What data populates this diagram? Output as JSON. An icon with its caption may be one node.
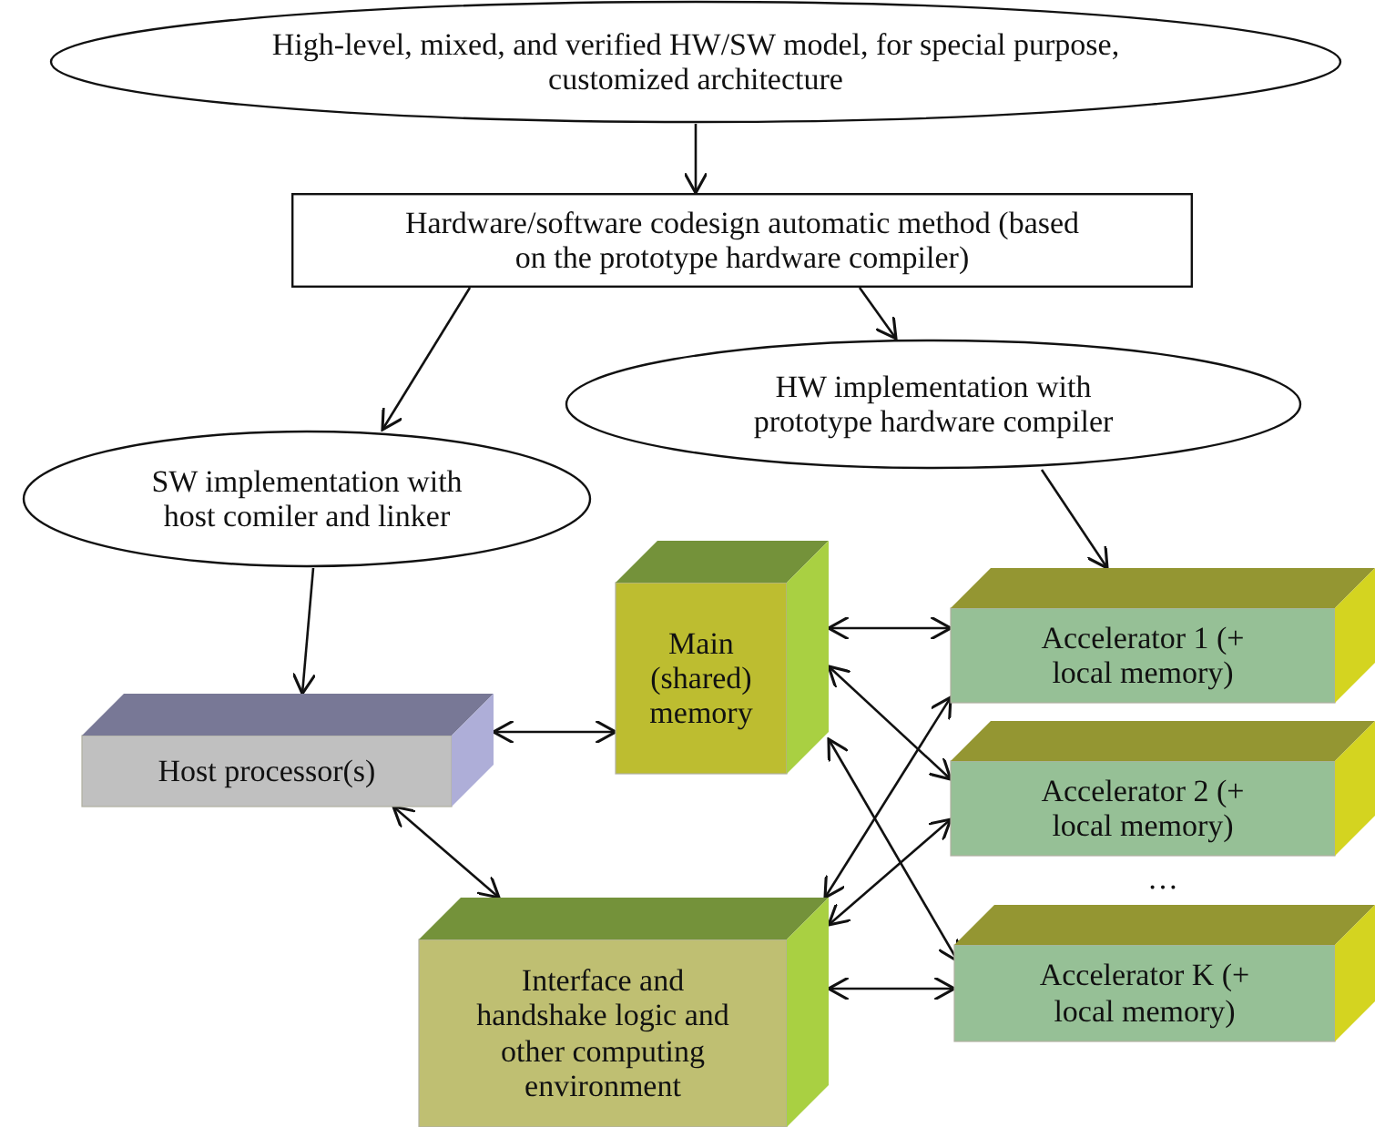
{
  "diagram": {
    "nodes": [
      {
        "text": [
          "High-level, mixed, and verified HW/SW model, for special purpose, customized architecture"
        ]
      },
      {
        "text": [
          "Hardware/software codesign automatic method (based on the prototype hardware compiler)"
        ]
      },
      {
        "text": [
          "HW implementation with prototype hardware compiler"
        ]
      },
      {
        "text": [
          "SW implementation with host comiler and linker"
        ]
      },
      {
        "text": [
          "Host processor(s)"
        ]
      },
      {
        "text": [
          "Main (shared) memory"
        ]
      },
      {
        "text": [
          "Interface and handshake logic and other computing environment"
        ]
      },
      {
        "text": [
          "Accelerator 1 (+ local memory)"
        ]
      },
      {
        "text": [
          "Accelerator 2 (+ local memory)"
        ]
      },
      {
        "text": [
          "Accelerator K (+ local memory)"
        ]
      }
    ],
    "edges": [
      {
        "from": 0,
        "to": 1,
        "arrow": "to"
      },
      {
        "from": 1,
        "to": 3,
        "arrow": "to"
      },
      {
        "from": 1,
        "to": 2,
        "arrow": "to"
      },
      {
        "from": 2,
        "to": 7,
        "arrow": "to"
      },
      {
        "from": 3,
        "to": 4,
        "arrow": "to"
      },
      {
        "from": 4,
        "to": 5,
        "arrow": "both"
      },
      {
        "from": 4,
        "to": 6,
        "arrow": "both"
      },
      {
        "from": 5,
        "to": 7,
        "arrow": "both"
      },
      {
        "from": 5,
        "to": 8,
        "arrow": "both"
      },
      {
        "from": 5,
        "to": 9,
        "arrow": "both"
      },
      {
        "from": 6,
        "to": 7,
        "arrow": "both"
      },
      {
        "from": 6,
        "to": 8,
        "arrow": "both"
      },
      {
        "from": 6,
        "to": 9,
        "arrow": "both"
      }
    ],
    "labels": [
      "…"
    ]
  }
}
